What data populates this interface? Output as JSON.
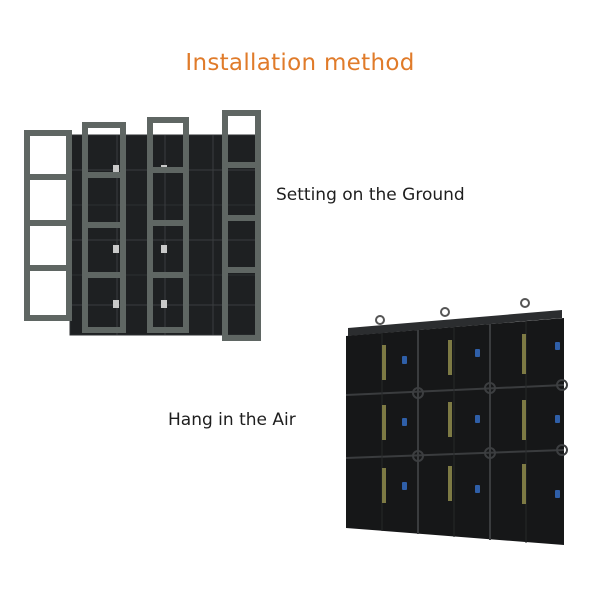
{
  "title": "Installation method",
  "sections": [
    {
      "label": "Setting on the Ground",
      "image": "ground-stacked-led-cabinets-with-frames"
    },
    {
      "label": "Hang in the Air",
      "image": "hanging-led-cabinet-wall"
    }
  ],
  "colors": {
    "title": "#e07b2a",
    "frame": "#5f6663",
    "cabinet": "#1d1f21",
    "connector": "#2f5fa8"
  }
}
